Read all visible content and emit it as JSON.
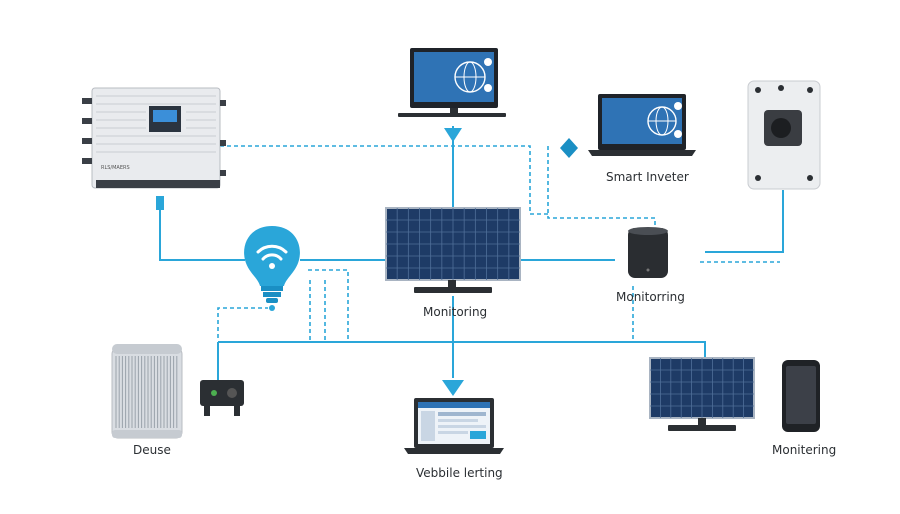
{
  "labels": {
    "smart_inverter": "Smart Inveter",
    "monitoring_center": "Monitoring",
    "monitoring_right": "Monitorring",
    "deuse": "Deuse",
    "vebbile": "Vebbile lerting",
    "monitering": "Monitering"
  },
  "inverter_brand": "RLS/MAERS",
  "colors": {
    "wire": "#2aa6d9",
    "wire_dark": "#1a8fc4",
    "panel_cell": "#1e3b66",
    "screen": "#2f73b5"
  },
  "icons": [
    "inverter-icon",
    "desktop-monitor-icon",
    "laptop-icon",
    "wall-switch-icon",
    "solar-panel-icon",
    "smart-bulb-icon",
    "smart-speaker-icon",
    "air-purifier-icon",
    "power-outlet-icon",
    "tablet-laptop-icon",
    "smartphone-icon",
    "diamond-node-icon"
  ]
}
